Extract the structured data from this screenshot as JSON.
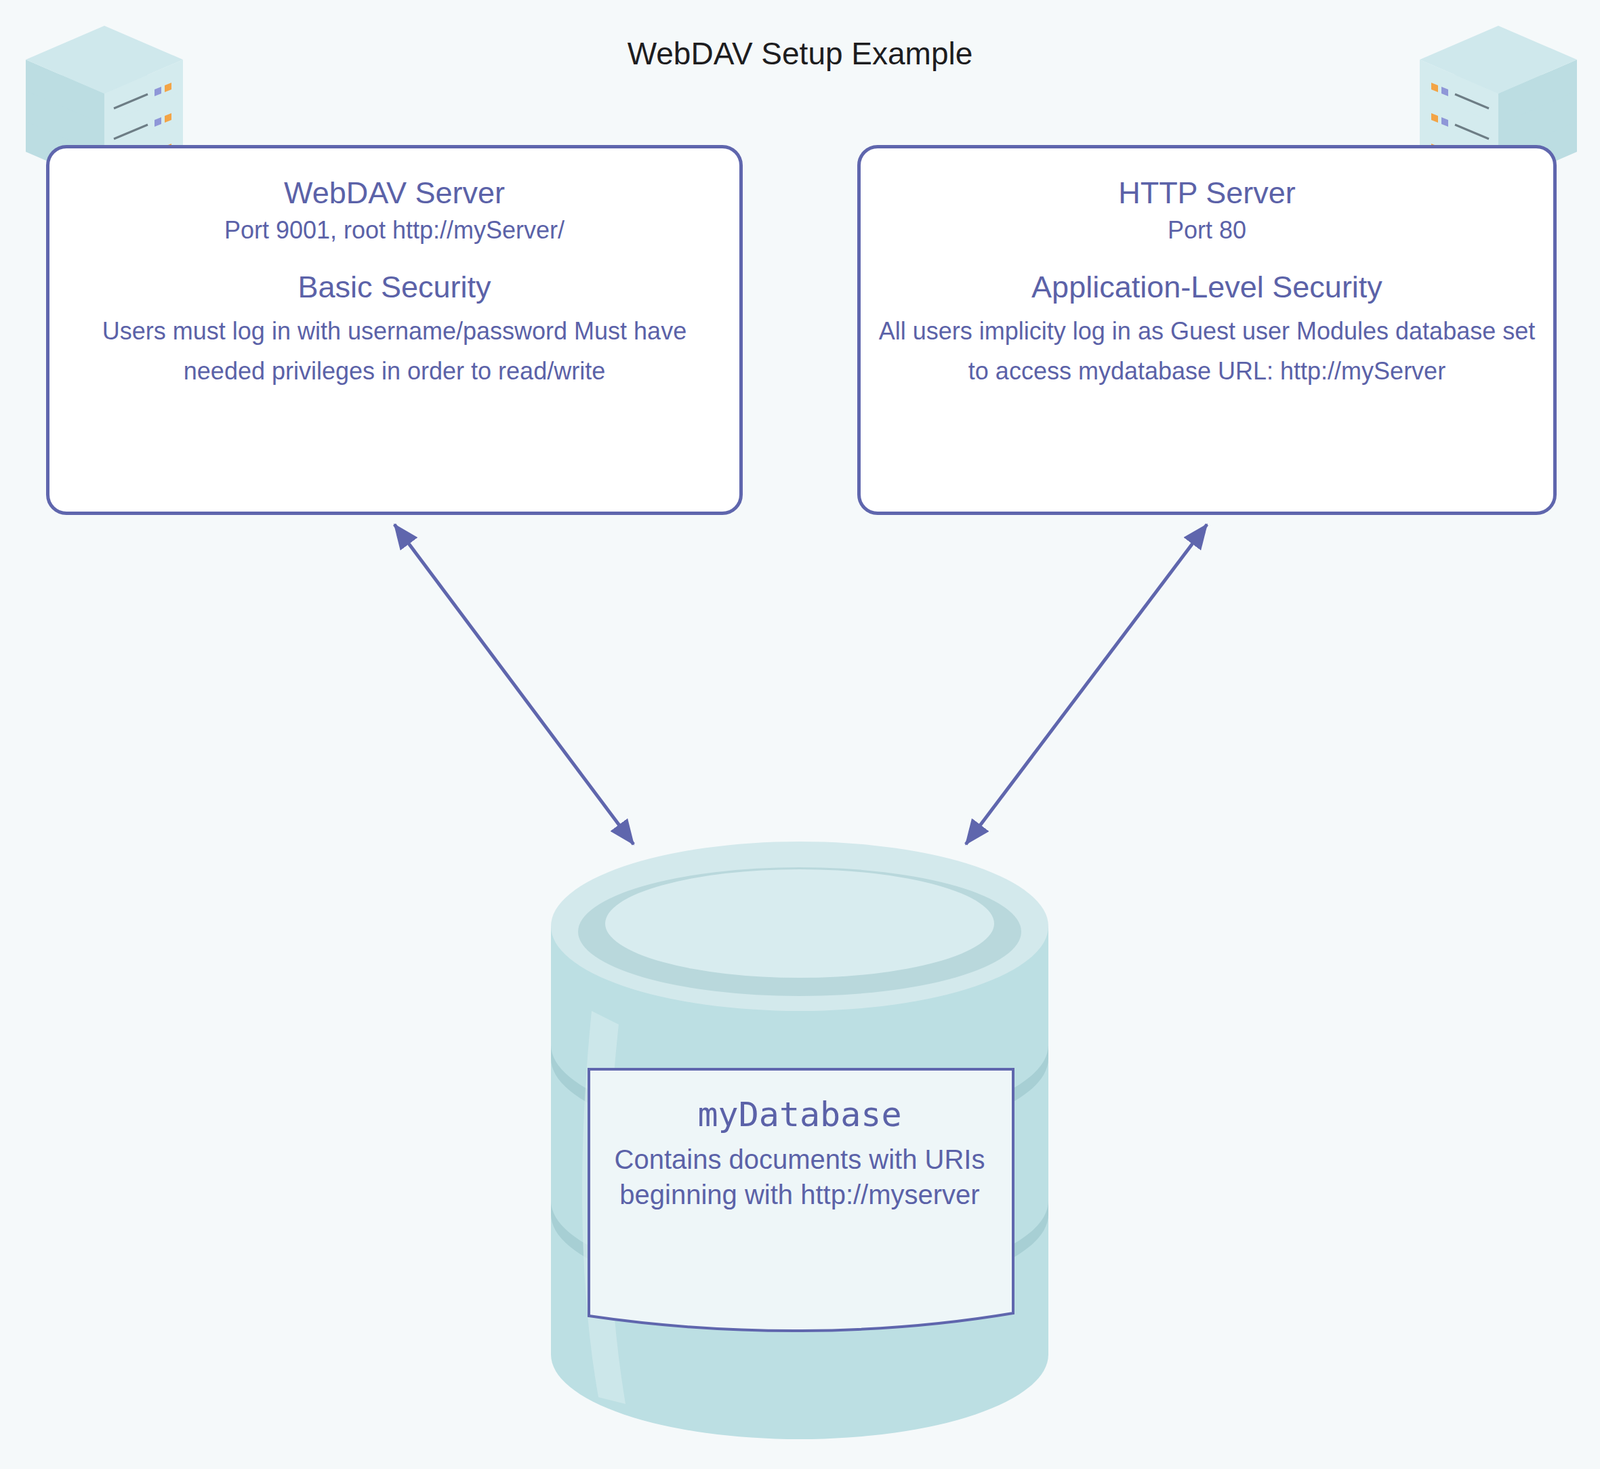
{
  "diagram": {
    "title": "WebDAV Setup Example",
    "nodes": [
      {
        "text": [
          "WebDAV Server",
          "Port 9001, root http://myServer/",
          "Basic Security",
          "Users must log in with username/password Must have needed privileges in order to read/write"
        ]
      },
      {
        "text": [
          "HTTP Server",
          "Port 80",
          "Application-Level Security",
          "All users implicity log in as Guest user Modules database set to access mydatabase URL: http://myServer"
        ]
      },
      {
        "text": [
          "myDatabase",
          "Contains documents with URIs beginning with http://myserver"
        ]
      }
    ],
    "edges": [
      {
        "from": 0,
        "to": 2,
        "arrow": "both"
      },
      {
        "from": 1,
        "to": 2,
        "arrow": "both"
      }
    ]
  }
}
